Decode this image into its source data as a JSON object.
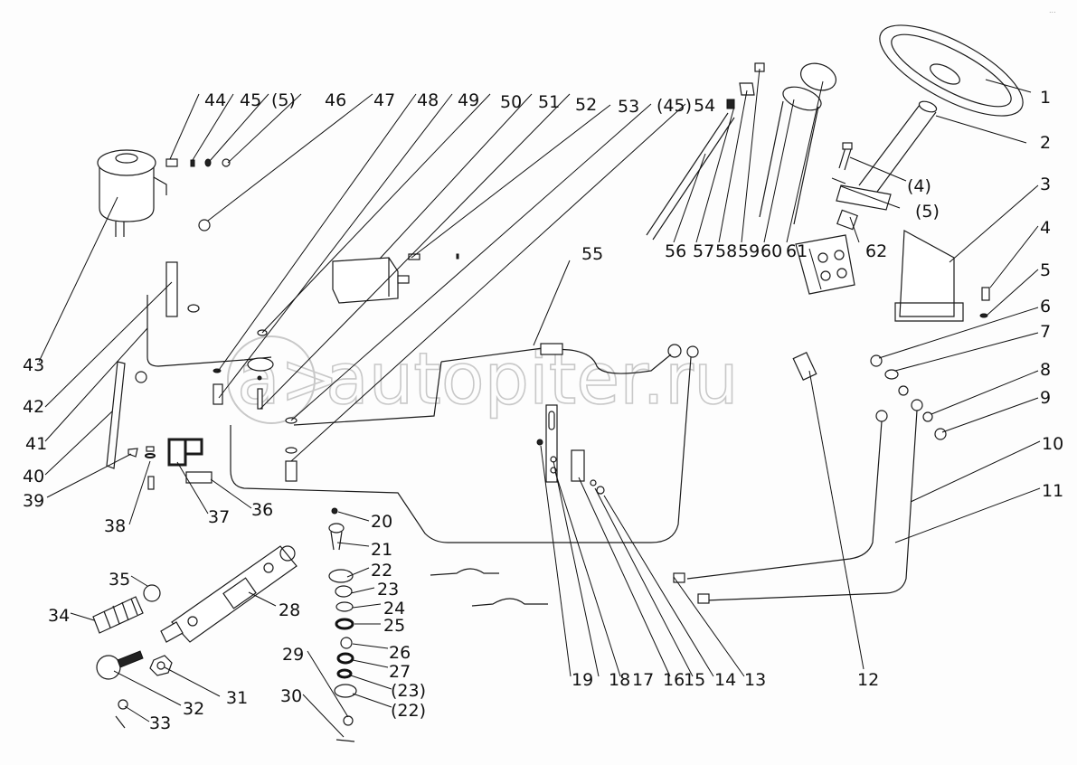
{
  "diagram": {
    "title": "Steering system exploded parts diagram",
    "watermark": "autopiter.ru",
    "corner_mark": "...",
    "line_color": "#1a1a1a",
    "watermark_color": "#c8c8c8",
    "callouts": [
      {
        "id": "1",
        "text": "1"
      },
      {
        "id": "2",
        "text": "2"
      },
      {
        "id": "3",
        "text": "3"
      },
      {
        "id": "4",
        "text": "4"
      },
      {
        "id": "5",
        "text": "5"
      },
      {
        "id": "6",
        "text": "6"
      },
      {
        "id": "7",
        "text": "7"
      },
      {
        "id": "8",
        "text": "8"
      },
      {
        "id": "9",
        "text": "9"
      },
      {
        "id": "10",
        "text": "10"
      },
      {
        "id": "11",
        "text": "11"
      },
      {
        "id": "12",
        "text": "12"
      },
      {
        "id": "13",
        "text": "13"
      },
      {
        "id": "14",
        "text": "14"
      },
      {
        "id": "15",
        "text": "15"
      },
      {
        "id": "16",
        "text": "16"
      },
      {
        "id": "17",
        "text": "17"
      },
      {
        "id": "18",
        "text": "18"
      },
      {
        "id": "19",
        "text": "19"
      },
      {
        "id": "20",
        "text": "20"
      },
      {
        "id": "21",
        "text": "21"
      },
      {
        "id": "22",
        "text": "22"
      },
      {
        "id": "23",
        "text": "23"
      },
      {
        "id": "24",
        "text": "24"
      },
      {
        "id": "25",
        "text": "25"
      },
      {
        "id": "26",
        "text": "26"
      },
      {
        "id": "27",
        "text": "27"
      },
      {
        "id": "23b",
        "text": "(23)"
      },
      {
        "id": "22b",
        "text": "(22)"
      },
      {
        "id": "28",
        "text": "28"
      },
      {
        "id": "29",
        "text": "29"
      },
      {
        "id": "30",
        "text": "30"
      },
      {
        "id": "31",
        "text": "31"
      },
      {
        "id": "32",
        "text": "32"
      },
      {
        "id": "33",
        "text": "33"
      },
      {
        "id": "34",
        "text": "34"
      },
      {
        "id": "35",
        "text": "35"
      },
      {
        "id": "36",
        "text": "36"
      },
      {
        "id": "37",
        "text": "37"
      },
      {
        "id": "38",
        "text": "38"
      },
      {
        "id": "39",
        "text": "39"
      },
      {
        "id": "40",
        "text": "40"
      },
      {
        "id": "41",
        "text": "41"
      },
      {
        "id": "42",
        "text": "42"
      },
      {
        "id": "43",
        "text": "43"
      },
      {
        "id": "44",
        "text": "44"
      },
      {
        "id": "45",
        "text": "45"
      },
      {
        "id": "5b",
        "text": "(5)"
      },
      {
        "id": "46",
        "text": "46"
      },
      {
        "id": "47",
        "text": "47"
      },
      {
        "id": "48",
        "text": "48"
      },
      {
        "id": "49",
        "text": "49"
      },
      {
        "id": "50",
        "text": "50"
      },
      {
        "id": "51",
        "text": "51"
      },
      {
        "id": "52",
        "text": "52"
      },
      {
        "id": "53",
        "text": "53"
      },
      {
        "id": "45b",
        "text": "(45)"
      },
      {
        "id": "54",
        "text": "54"
      },
      {
        "id": "55",
        "text": "55"
      },
      {
        "id": "56",
        "text": "56"
      },
      {
        "id": "57",
        "text": "57"
      },
      {
        "id": "58",
        "text": "58"
      },
      {
        "id": "59",
        "text": "59"
      },
      {
        "id": "60",
        "text": "60"
      },
      {
        "id": "61",
        "text": "61"
      },
      {
        "id": "62",
        "text": "62"
      },
      {
        "id": "4b",
        "text": "(4)"
      },
      {
        "id": "5c",
        "text": "(5)"
      }
    ]
  }
}
